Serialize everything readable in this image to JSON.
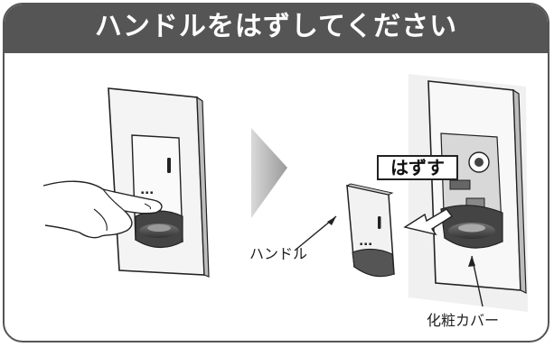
{
  "title": "ハンドルをはずしてください",
  "labels": {
    "remove": "はずす",
    "handle": "ハンドル",
    "cover": "化粧カバー"
  },
  "colors": {
    "banner": "#555555",
    "frame": "#555555",
    "arrow": "#bbbbbb"
  }
}
